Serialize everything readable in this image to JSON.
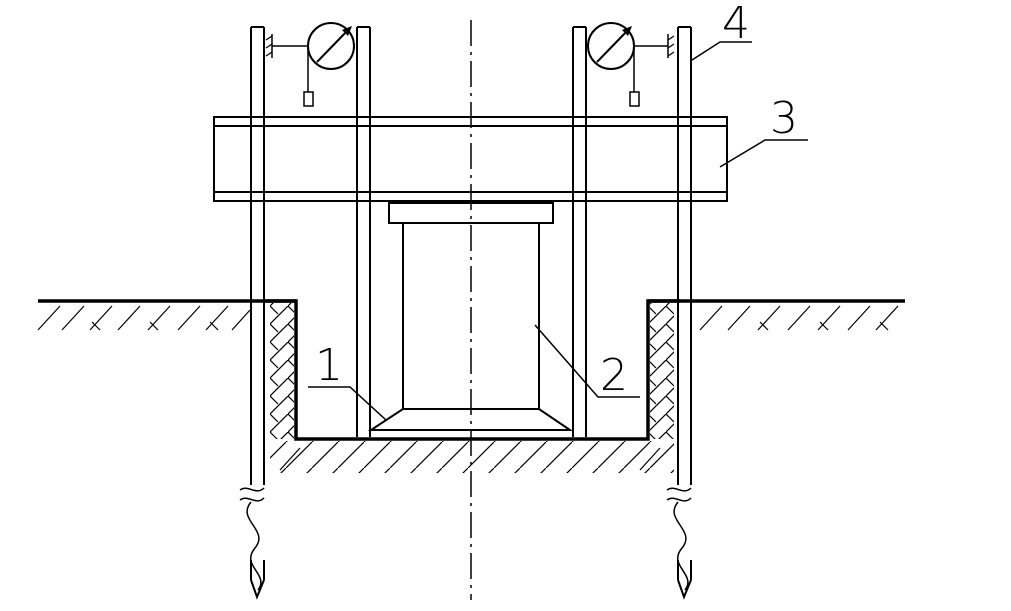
{
  "labels": {
    "l1": "1",
    "l2": "2",
    "l3": "3",
    "l4": "4"
  },
  "colors": {
    "ink": "#000000",
    "background": "#ffffff"
  }
}
